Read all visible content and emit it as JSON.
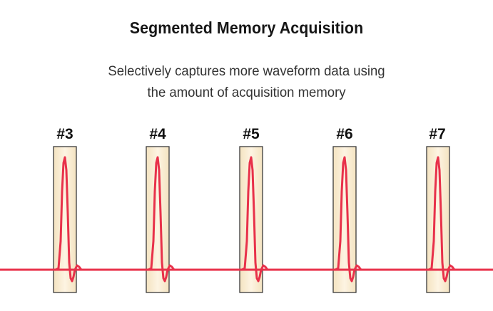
{
  "title": "Segmented Memory Acquisition",
  "subtitle_lines": [
    "Selectively captures more waveform data using",
    "the amount of acquisition memory"
  ],
  "segments": [
    {
      "label": "#3"
    },
    {
      "label": "#4"
    },
    {
      "label": "#5"
    },
    {
      "label": "#6"
    },
    {
      "label": "#7"
    }
  ],
  "colors": {
    "waveform": "#e8314a",
    "segment_fill": "#fbeed4",
    "segment_border": "#3a3a3a"
  }
}
